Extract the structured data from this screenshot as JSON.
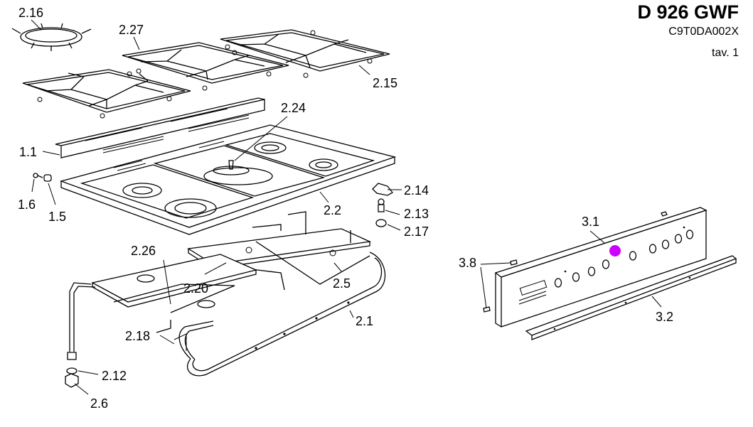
{
  "header": {
    "model": "D 926 GWF",
    "code": "C9T0DA002X",
    "plate": "tav. 1"
  },
  "labels": {
    "l_2_16": "2.16",
    "l_2_27": "2.27",
    "l_2_15": "2.15",
    "l_2_24": "2.24",
    "l_1_1": "1.1",
    "l_1_6": "1.6",
    "l_1_5": "1.5",
    "l_2_14": "2.14",
    "l_2_13": "2.13",
    "l_2_17": "2.17",
    "l_2_2": "2.2",
    "l_2_26": "2.26",
    "l_2_20": "2.20",
    "l_2_5": "2.5",
    "l_2_1": "2.1",
    "l_2_18": "2.18",
    "l_2_12": "2.12",
    "l_2_6": "2.6",
    "l_3_1": "3.1",
    "l_3_8": "3.8",
    "l_3_2": "3.2"
  },
  "marker": {
    "color": "#cc00ff"
  },
  "colors": {
    "line": "#000000",
    "background": "#ffffff"
  }
}
